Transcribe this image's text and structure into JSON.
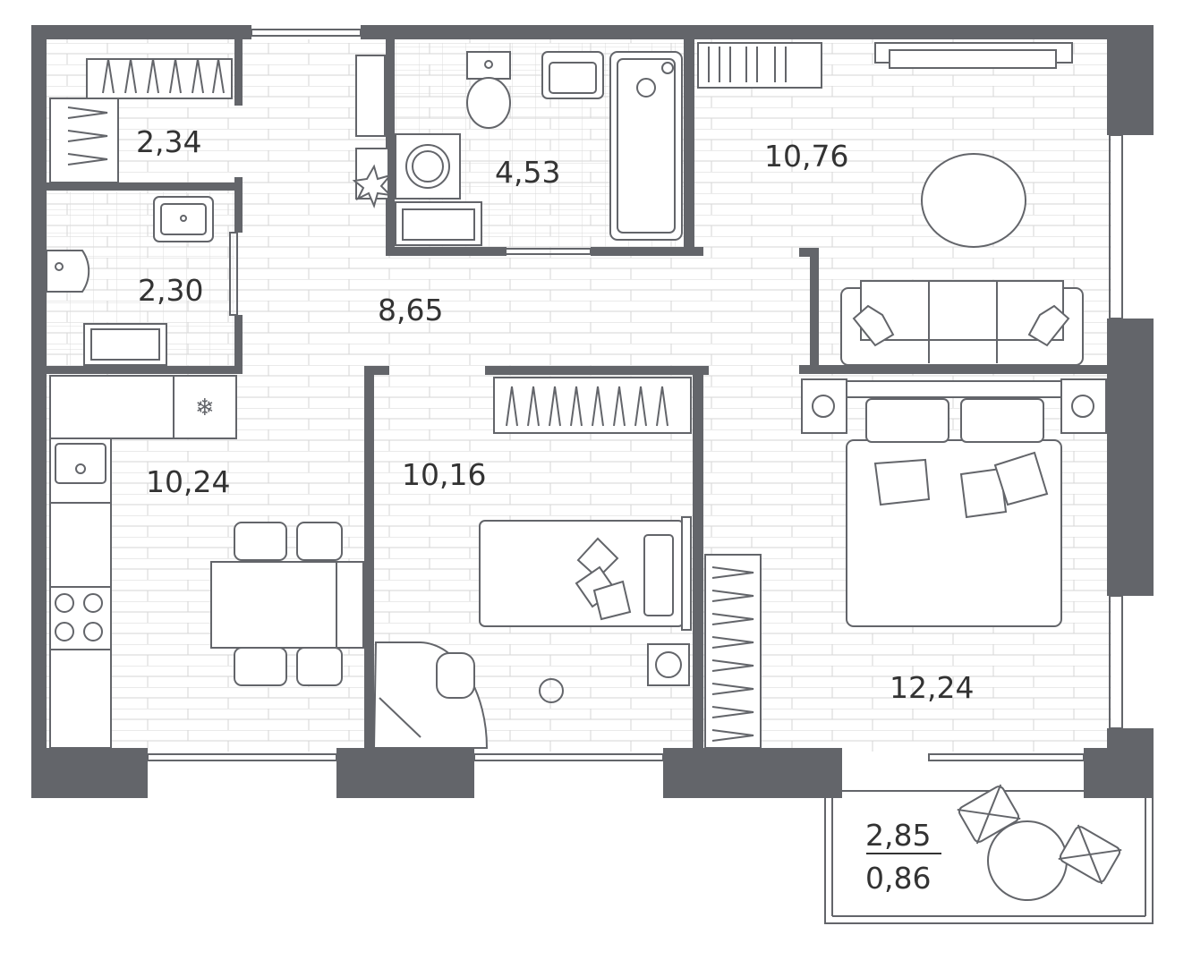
{
  "colors": {
    "wall": "#63656a",
    "floor_line": "#d6d6d6",
    "label": "#333333",
    "background": "#ffffff"
  },
  "rooms": {
    "wardrobe_area": "2,34",
    "bathroom_small_area": "2,30",
    "bathroom_main_area": "4,53",
    "living_room_area": "10,76",
    "hallway_area": "8,65",
    "kitchen_area": "10,24",
    "bedroom_small_area": "10,16",
    "bedroom_large_area": "12,24",
    "balcony_area": "2,85",
    "balcony_reduced_area": "0,86"
  },
  "icons": {
    "snowflake": "snowflake-icon"
  }
}
